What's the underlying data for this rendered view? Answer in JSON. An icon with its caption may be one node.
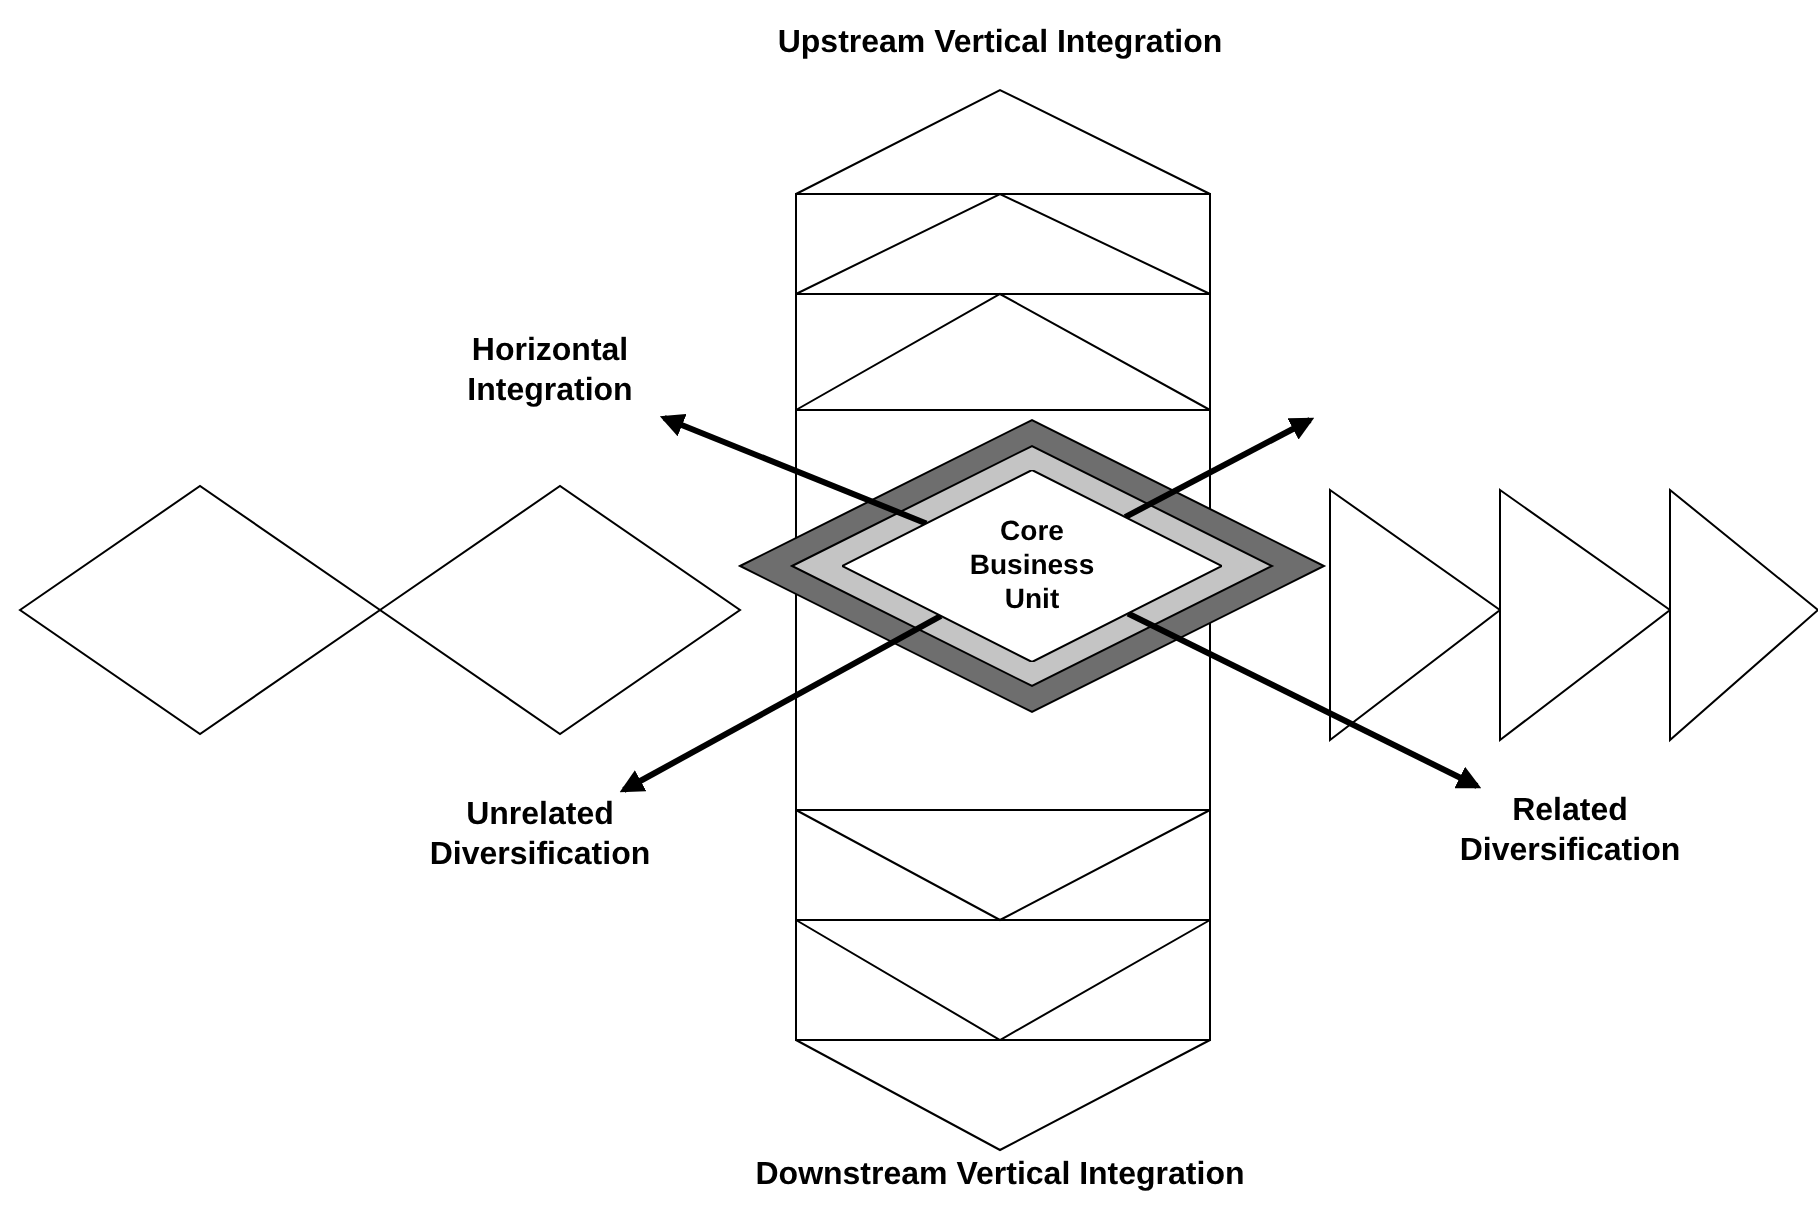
{
  "diagram": {
    "nodes": [
      {
        "text": [
          "Horizontal Integration"
        ]
      },
      {
        "text": [
          "Core Business Unit"
        ]
      },
      {
        "text": [
          "Unrelated Diversification"
        ]
      },
      {
        "text": [
          "Related Diversification"
        ]
      }
    ],
    "edges": [
      {
        "from": 1,
        "to": 0,
        "arrow": "to"
      },
      {
        "from": 1,
        "to": null,
        "arrow": "to"
      },
      {
        "from": 1,
        "to": 2,
        "arrow": "to"
      },
      {
        "from": 1,
        "to": 3,
        "arrow": "to"
      }
    ],
    "labels": [
      "Upstream Vertical Integration",
      "Downstream Vertical Integration"
    ]
  }
}
